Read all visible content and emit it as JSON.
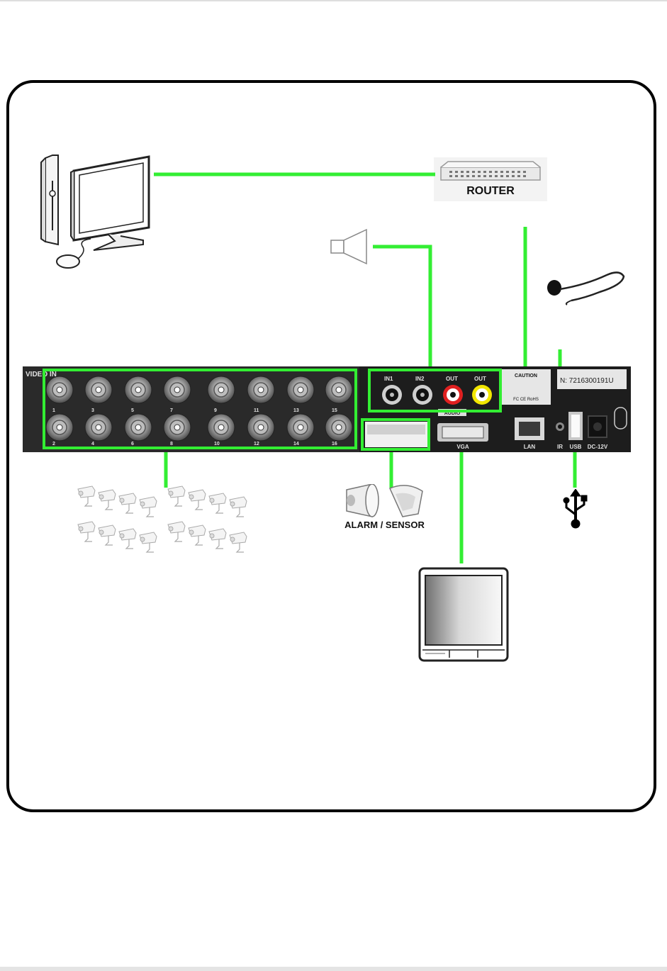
{
  "labels": {
    "router": "ROUTER",
    "alarm_sensor": "ALARM / SENSOR"
  },
  "panel": {
    "video_in": "VIDEO IN",
    "channels_top": [
      "1",
      "3",
      "5",
      "7",
      "9",
      "11",
      "13",
      "15"
    ],
    "channels_bottom": [
      "2",
      "4",
      "6",
      "8",
      "10",
      "12",
      "14",
      "16"
    ],
    "audio_ports": [
      "IN1",
      "IN2",
      "OUT",
      "OUT"
    ],
    "audio": "AUDIO",
    "vga": "VGA",
    "lan": "LAN",
    "ir": "IR",
    "usb": "USB",
    "dc": "DC-12V",
    "serial": "N: 7216300191U",
    "caution": "CAUTION",
    "cert": "FC CE RoHS"
  },
  "colors": {
    "connector_line": "#33ee33",
    "panel": "#2a2a2a",
    "frame": "#000000"
  },
  "icons": [
    "computer-icon",
    "router-icon",
    "speaker-icon",
    "ir-receiver-icon",
    "camera-icon",
    "alarm-icon",
    "sensor-icon",
    "monitor-icon",
    "usb-icon"
  ]
}
